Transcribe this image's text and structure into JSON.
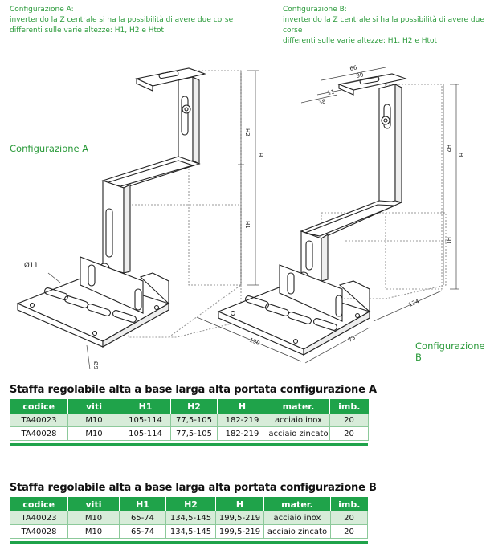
{
  "notes": {
    "a": {
      "title": "Configurazione A:",
      "line1": "invertendo la Z centrale si ha la possibilità di avere due corse",
      "line2": "differenti sulle varie altezze: H1, H2 e Htot"
    },
    "b": {
      "title": "Configurazione B:",
      "line1": "invertendo la Z centrale si ha la possibilità di avere due corse",
      "line2": "differenti sulle varie altezze: H1, H2 e Htot"
    }
  },
  "labels": {
    "config_a": "Configurazione A",
    "config_b": "Configurazione B"
  },
  "dims": {
    "a": {
      "h2": "H2",
      "h": "H",
      "h1": "H1",
      "d11": "Ø11",
      "d3": "Ø9,3"
    },
    "b": {
      "d66": "66",
      "d30": "30",
      "d11": "11",
      "d38": "38",
      "h2": "H2",
      "h": "H",
      "h1": "H1",
      "d130": "130",
      "d73": "73",
      "d124": "124"
    }
  },
  "table_a": {
    "title": "Staffa regolabile alta a base larga alta portata configurazione A",
    "headers": [
      "codice",
      "viti",
      "H1",
      "H2",
      "H",
      "mater.",
      "imb."
    ],
    "rows": [
      [
        "TA40023",
        "M10",
        "105-114",
        "77,5-105",
        "182-219",
        "acciaio inox",
        "20"
      ],
      [
        "TA40028",
        "M10",
        "105-114",
        "77,5-105",
        "182-219",
        "acciaio zincato",
        "20"
      ]
    ]
  },
  "table_b": {
    "title": "Staffa regolabile alta a base larga alta portata configurazione B",
    "headers": [
      "codice",
      "viti",
      "H1",
      "H2",
      "H",
      "mater.",
      "imb."
    ],
    "rows": [
      [
        "TA40023",
        "M10",
        "65-74",
        "134,5-145",
        "199,5-219",
        "acciaio inox",
        "20"
      ],
      [
        "TA40028",
        "M10",
        "65-74",
        "134,5-145",
        "199,5-219",
        "acciaio zincato",
        "20"
      ]
    ]
  },
  "colors": {
    "accent": "#1fa34a",
    "row_alt": "#d7ecd9",
    "note_text": "#2a9a3a"
  }
}
